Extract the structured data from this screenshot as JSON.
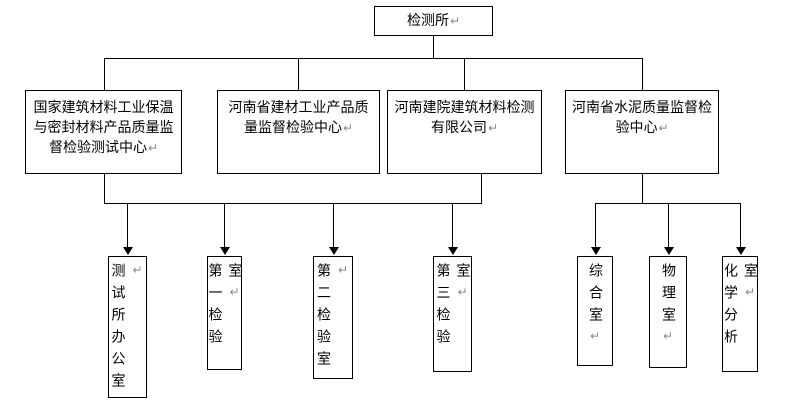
{
  "marks": {
    "paragraph": "↵"
  },
  "org": {
    "root": {
      "label": "检测所"
    },
    "centers": [
      {
        "label": "国家建筑材料工业保温与密封材料产品质量监督检验测试中心"
      },
      {
        "label": "河南省建材工业产品质量监督检验中心"
      },
      {
        "label": "河南建院建筑材料检测有限公司"
      },
      {
        "label": "河南省水泥质量监督检验中心"
      }
    ],
    "offices": [
      {
        "label": "测试所办公室"
      },
      {
        "label": "第一检验室"
      },
      {
        "label": "第二检验室"
      },
      {
        "label": "第三检验室"
      },
      {
        "label": "综合室"
      },
      {
        "label": "物理室"
      },
      {
        "label": "化学分析室"
      }
    ]
  },
  "colors": {
    "line": "#000000",
    "background": "#ffffff",
    "text": "#000000",
    "paragraph_mark": "#888888"
  }
}
